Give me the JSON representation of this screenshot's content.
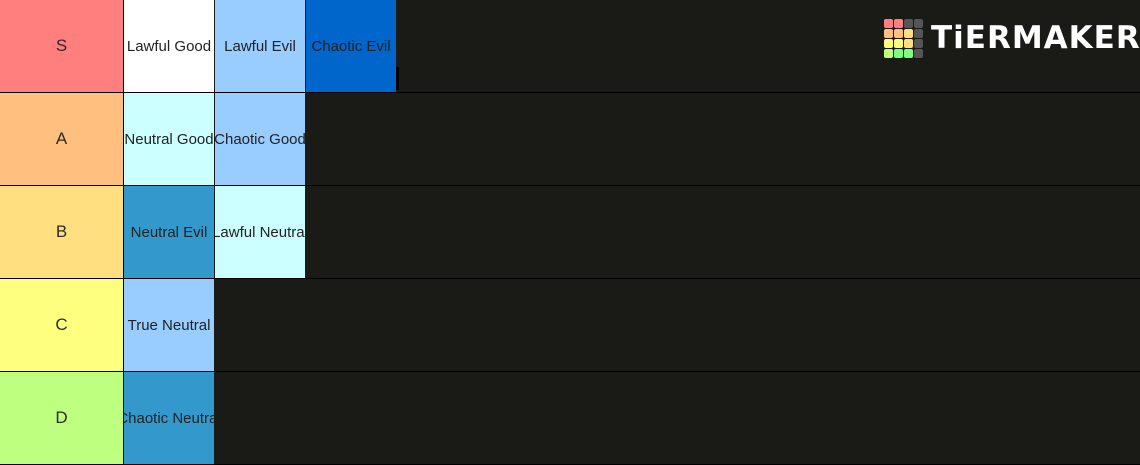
{
  "logo": {
    "text": "TiERMAKER"
  },
  "tiers": [
    {
      "label": "S",
      "color": "#ff7f7f",
      "items": [
        {
          "label": "Lawful Good",
          "color": "#ffffff"
        },
        {
          "label": "Lawful Evil",
          "color": "#99ccff"
        },
        {
          "label": "Chaotic Evil",
          "color": "#0066cc"
        }
      ]
    },
    {
      "label": "A",
      "color": "#ffbf7f",
      "items": [
        {
          "label": "Neutral Good",
          "color": "#ccffff"
        },
        {
          "label": "Chaotic Good",
          "color": "#99ccff"
        }
      ]
    },
    {
      "label": "B",
      "color": "#ffdf7f",
      "items": [
        {
          "label": "Neutral Evil",
          "color": "#3399cc"
        },
        {
          "label": "Lawful Neutral",
          "color": "#ccffff"
        }
      ]
    },
    {
      "label": "C",
      "color": "#ffff7f",
      "items": [
        {
          "label": "True Neutral",
          "color": "#99ccff"
        }
      ]
    },
    {
      "label": "D",
      "color": "#bfff7f",
      "items": [
        {
          "label": "Chaotic Neutral",
          "color": "#3399cc"
        }
      ]
    }
  ],
  "logo_colors": [
    "#ff7f7f",
    "#ffbf7f",
    "#ffdf7f",
    "#ffff7f",
    "#bfff7f",
    "#7fff7f",
    "#555555"
  ]
}
